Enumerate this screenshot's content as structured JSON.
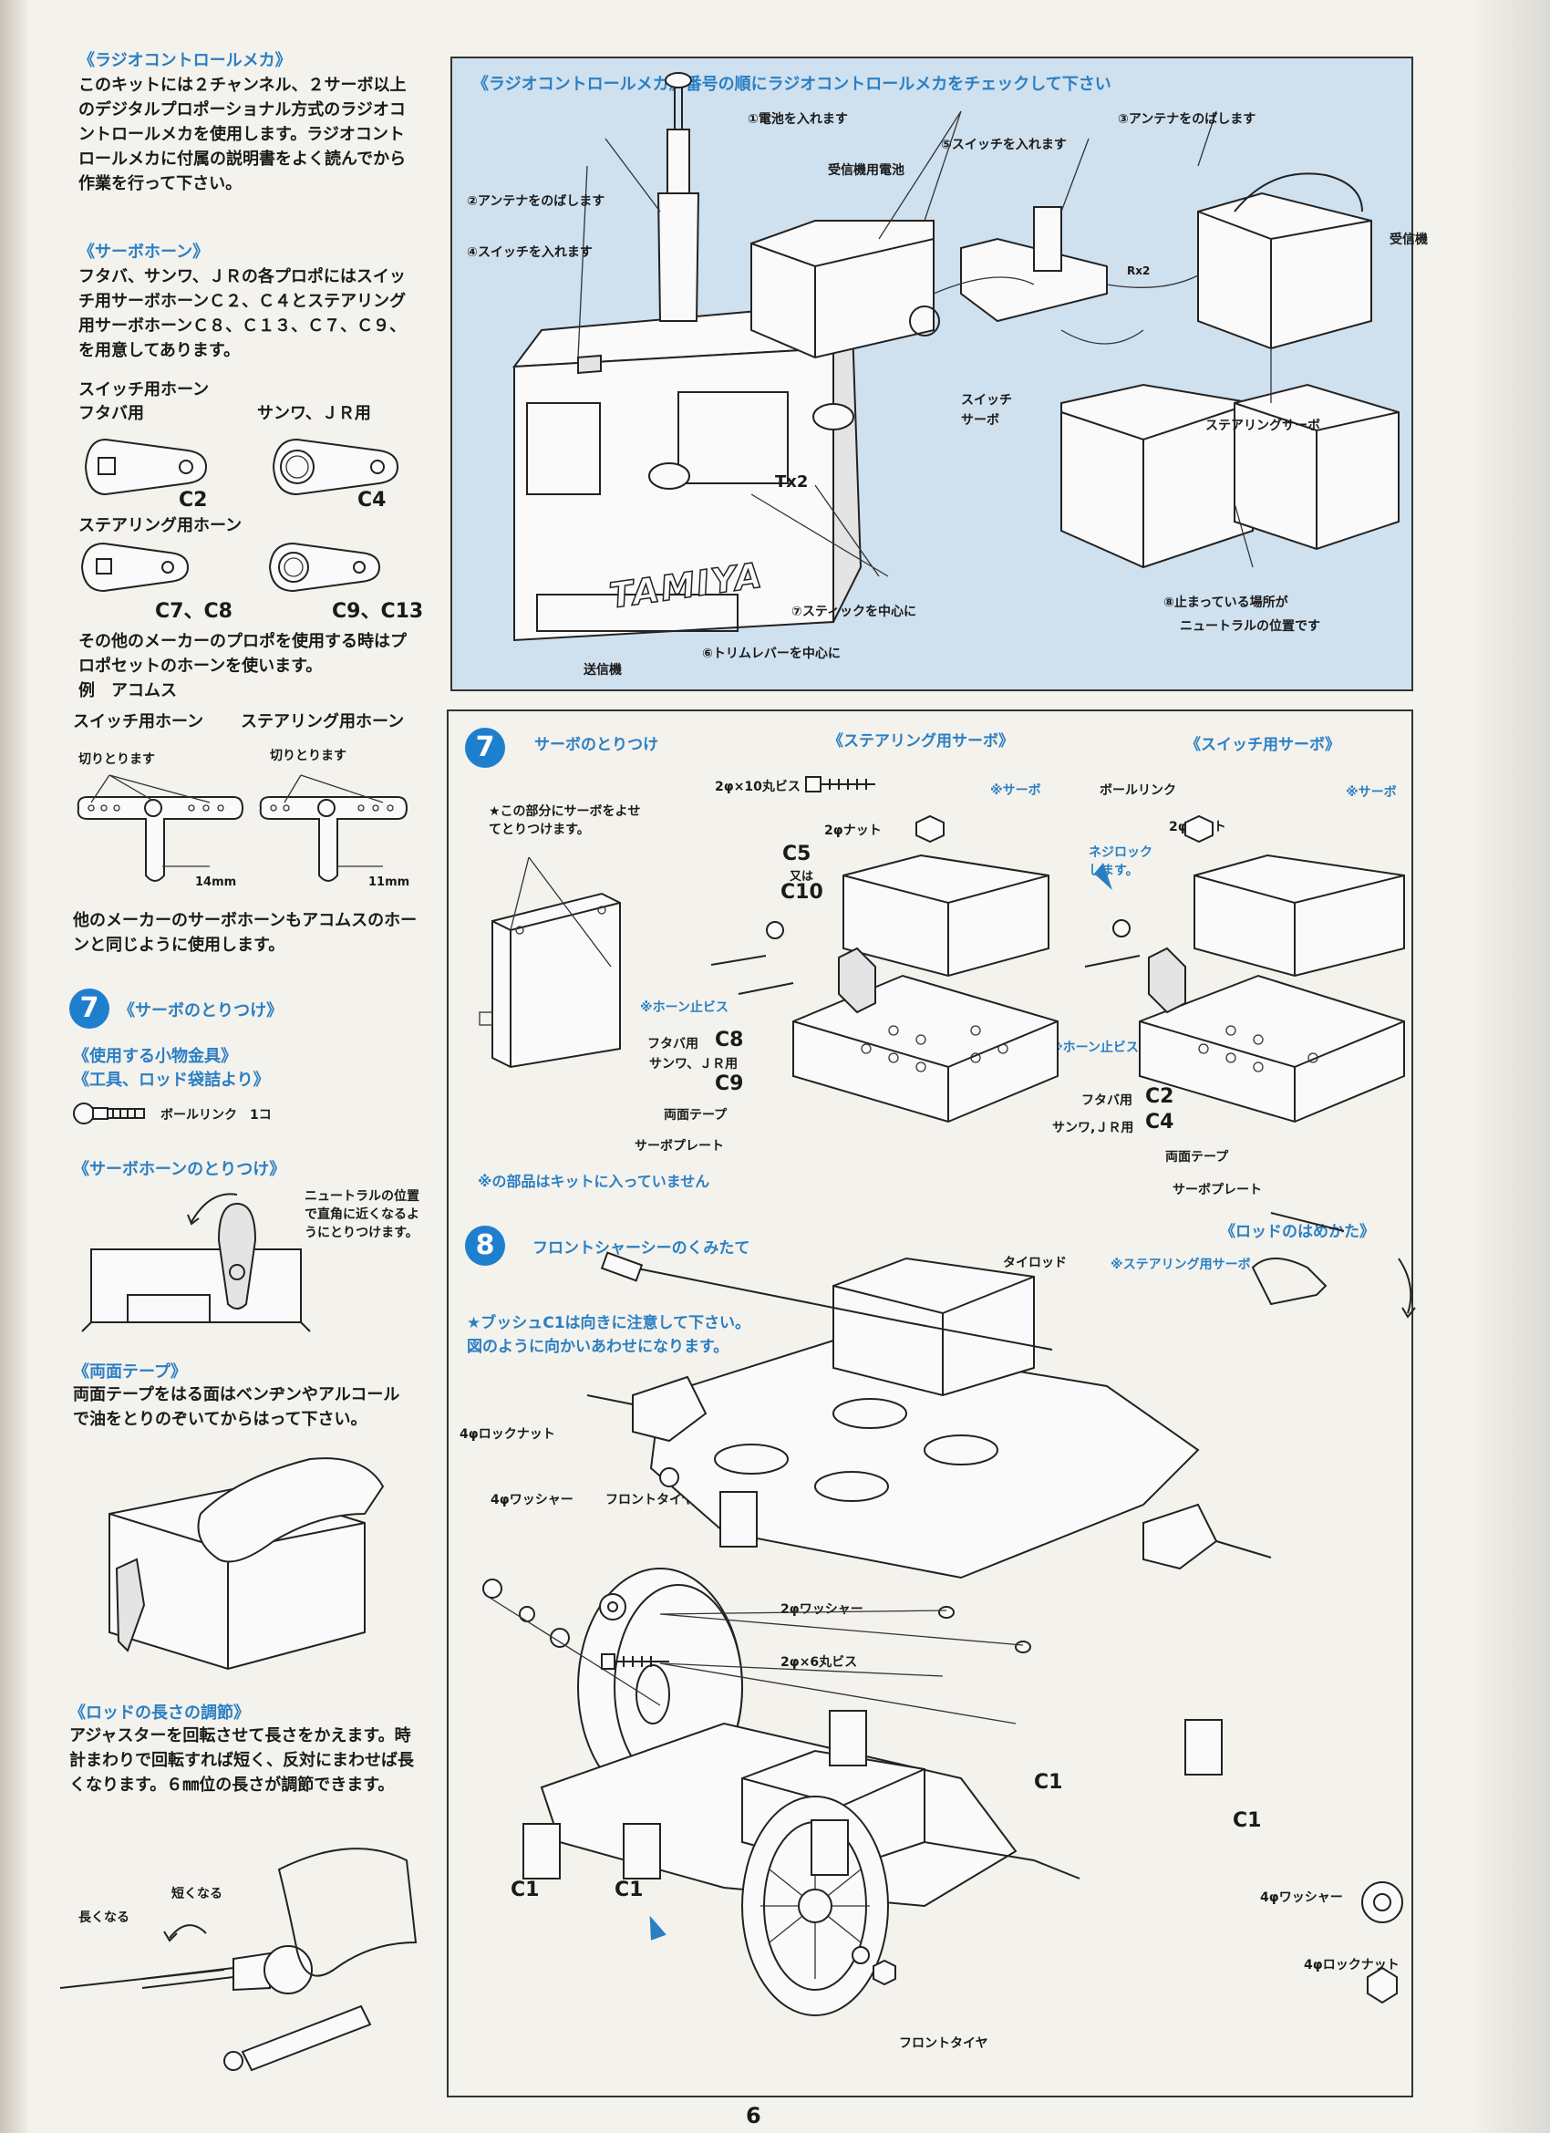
{
  "left": {
    "rc_title": "《ラジオコントロールメカ》",
    "rc_text": "このキットには２チャンネル、２サーボ以上のデジタルプロポーショナル方式のラジオコントロールメカを使用します。ラジオコントロールメカに付属の説明書をよく読んでから作業を行って下さい。",
    "horn_title": "《サーボホーン》",
    "horn_text": "フタバ、サンワ、ＪＲの各プロポにはスイッチ用サーボホーンＣ２、Ｃ４とステアリング用サーボホーンＣ８、Ｃ１３、Ｃ７、Ｃ９、を用意してあります。",
    "switch_horn": "スイッチ用ホーン",
    "futaba": "フタバ用",
    "sanwa_jr": "サンワ、ＪＲ用",
    "c2": "C2",
    "c4": "C4",
    "steer_horn": "ステアリング用ホーン",
    "c7c8": "C7、C8",
    "c9c13": "C9、C13",
    "other_text": "その他のメーカーのプロポを使用する時はプロポセットのホーンを使います。",
    "example": "例　アコムス",
    "switch_horn2": "スイッチ用ホーン",
    "steer_horn2": "ステアリング用ホーン",
    "cut1": "切りとります",
    "cut2": "切りとります",
    "mm14": "14mm",
    "mm11": "11mm",
    "other_text2": "他のメーカーのサーボホーンもアコムスのホーンと同じように使用します。",
    "step7_num": "7",
    "step7_title": "《サーボのとりつけ》",
    "parts_title1": "《使用する小物金具》",
    "parts_title2": "《工具、ロッド袋詰より》",
    "ball_link": "ボールリンク　1コ",
    "horn_attach_title": "《サーボホーンのとりつけ》",
    "neutral_note": "ニュートラルの位置で直角に近くなるようにとりつけます。",
    "tape_title": "《両面テープ》",
    "tape_text": "両面テープをはる面はベンヂンやアルコールで油をとりのぞいてからはって下さい。",
    "rod_title": "《ロッドの長さの調節》",
    "rod_text": "アジャスターを回転させて長さをかえます。時計まわりで回転すれば短く、反対にまわせば長くなります。６㎜位の長さが調節できます。",
    "shorter": "短くなる",
    "longer": "長くなる"
  },
  "rc": {
    "title": "《ラジオコントロールメカ》番号の順にラジオコントロールメカをチェックして下さい",
    "l1": "①電池を入れます",
    "l_batt": "受信機用電池",
    "l5": "⑤スイッチを入れます",
    "l3": "③アンテナをのばします",
    "l2": "②アンテナをのばします",
    "l4": "④スイッチを入れます",
    "receiver": "受信機",
    "switch_servo1": "スイッチ",
    "switch_servo2": "サーボ",
    "steer_servo": "ステアリングサーボ",
    "tx2": "Tx2",
    "rx2": "Rx2",
    "brand": "TAMIYA",
    "l7": "⑦スティックを中心に",
    "l8a": "⑧止まっている場所が",
    "l8b": "ニュートラルの位置です",
    "l6": "⑥トリムレバーを中心に",
    "transmitter": "送信機"
  },
  "step7": {
    "num": "7",
    "title": "サーボのとりつけ",
    "steer_title": "《ステアリング用サーボ》",
    "switch_title": "《スイッチ用サーボ》",
    "note": "★この部分にサーボをよせてとりつけます。",
    "screw": "2φ×10丸ビス",
    "servo_star1": "※サーボ",
    "servo_star2": "※サーボ",
    "ball_link": "ボールリンク",
    "nut1": "2φナット",
    "nut2": "2φナット",
    "c5": "C5",
    "or": "又は",
    "c10": "C10",
    "screw_lock1": "ネジロック",
    "screw_lock2": "します。",
    "horn_screw1": "※ホーン止ビス",
    "horn_screw2": "※ホーン止ビス",
    "futaba_c8": "フタバ用",
    "c8": "C8",
    "sanwa_jr": "サンワ、ＪＲ用",
    "c9": "C9",
    "tape1": "両面テープ",
    "plate1": "サーボプレート",
    "futaba_c2": "フタバ用",
    "c2": "C2",
    "sanwa_jr2": "サンワ,ＪＲ用",
    "c4": "C4",
    "tape2": "両面テープ",
    "plate2": "サーボプレート",
    "not_included": "※の部品はキットに入っていません"
  },
  "step8": {
    "num": "8",
    "title": "フロントシャーシーのくみたて",
    "rod_fit": "《ロッドのはめかた》",
    "tie_rod": "タイロッド",
    "steer_servo": "※ステアリング用サーボ",
    "note1": "★ブッシュC1は向きに注意して下さい。",
    "note2": "図のように向かいあわせになります。",
    "lock_nut1": "4φロックナット",
    "washer4_1": "4φワッシャー",
    "front_tire1": "フロントタイヤ",
    "washer2": "2φワッシャー",
    "screw26": "2φ×6丸ビス",
    "c1_a": "C1",
    "c1_b": "C1",
    "c1_c": "C1",
    "c1_d": "C1",
    "washer4_2": "4φワッシャー",
    "lock_nut2": "4φロックナット",
    "front_tire2": "フロントタイヤ"
  },
  "page_number": "6",
  "colors": {
    "accent_blue": "#2a7fc4",
    "panel_blue": "#cfe0ee",
    "paper": "#f4f2ec"
  }
}
